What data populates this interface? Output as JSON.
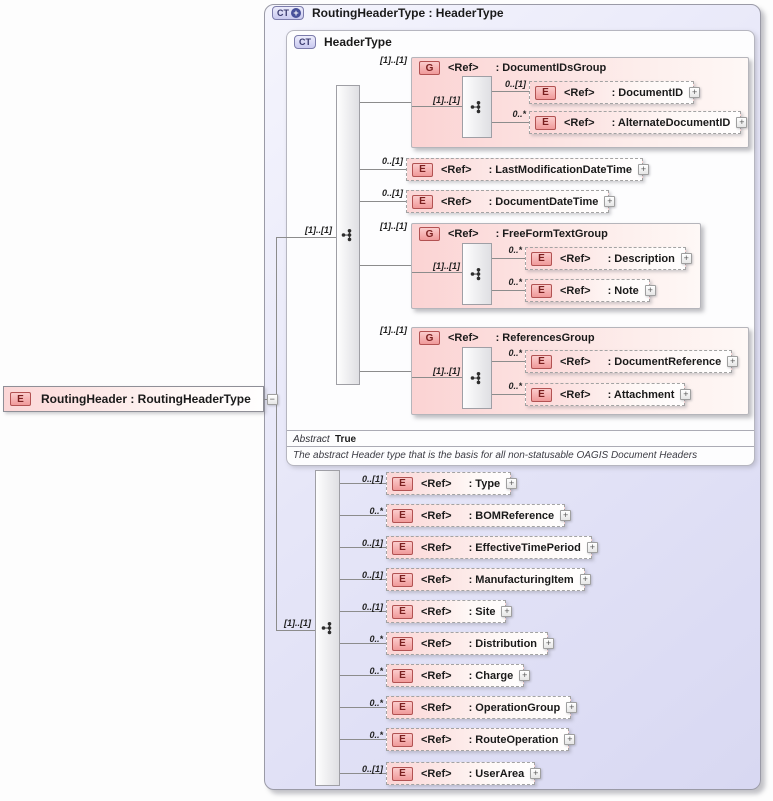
{
  "icons": {
    "plus": "+",
    "minus": "−",
    "ct_plus": "+"
  },
  "root_element": {
    "badge": "E",
    "label": "RoutingHeader : RoutingHeaderType"
  },
  "complex_type": {
    "badge": "CT",
    "title": "RoutingHeaderType : HeaderType",
    "base": {
      "badge": "CT",
      "title": "HeaderType",
      "seq_card": "[1]..[1]",
      "children": [
        {
          "kind": "group",
          "card": "[1]..[1]",
          "badge": "G",
          "ref": "<Ref>",
          "name": ": DocumentIDsGroup",
          "seq_card": "[1]..[1]",
          "children": [
            {
              "card": "0..[1]",
              "badge": "E",
              "ref": "<Ref>",
              "name": ": DocumentID"
            },
            {
              "card": "0..*",
              "badge": "E",
              "ref": "<Ref>",
              "name": ": AlternateDocumentID"
            }
          ]
        },
        {
          "kind": "element",
          "card": "0..[1]",
          "badge": "E",
          "ref": "<Ref>",
          "name": ": LastModificationDateTime"
        },
        {
          "kind": "element",
          "card": "0..[1]",
          "badge": "E",
          "ref": "<Ref>",
          "name": ": DocumentDateTime"
        },
        {
          "kind": "group",
          "card": "[1]..[1]",
          "badge": "G",
          "ref": "<Ref>",
          "name": ": FreeFormTextGroup",
          "seq_card": "[1]..[1]",
          "children": [
            {
              "card": "0..*",
              "badge": "E",
              "ref": "<Ref>",
              "name": ": Description"
            },
            {
              "card": "0..*",
              "badge": "E",
              "ref": "<Ref>",
              "name": ": Note"
            }
          ]
        },
        {
          "kind": "group",
          "card": "[1]..[1]",
          "badge": "G",
          "ref": "<Ref>",
          "name": ": ReferencesGroup",
          "seq_card": "[1]..[1]",
          "children": [
            {
              "card": "0..*",
              "badge": "E",
              "ref": "<Ref>",
              "name": ": DocumentReference"
            },
            {
              "card": "0..*",
              "badge": "E",
              "ref": "<Ref>",
              "name": ": Attachment"
            }
          ]
        }
      ],
      "abstract_label": "Abstract",
      "abstract_value": "True",
      "description": "The abstract Header type that is the basis for all non-statusable OAGIS Document Headers"
    },
    "extension": {
      "seq_card": "[1]..[1]",
      "children": [
        {
          "card": "0..[1]",
          "badge": "E",
          "ref": "<Ref>",
          "name": ": Type"
        },
        {
          "card": "0..*",
          "badge": "E",
          "ref": "<Ref>",
          "name": ": BOMReference"
        },
        {
          "card": "0..[1]",
          "badge": "E",
          "ref": "<Ref>",
          "name": ": EffectiveTimePeriod"
        },
        {
          "card": "0..[1]",
          "badge": "E",
          "ref": "<Ref>",
          "name": ": ManufacturingItem"
        },
        {
          "card": "0..[1]",
          "badge": "E",
          "ref": "<Ref>",
          "name": ": Site"
        },
        {
          "card": "0..*",
          "badge": "E",
          "ref": "<Ref>",
          "name": ": Distribution"
        },
        {
          "card": "0..*",
          "badge": "E",
          "ref": "<Ref>",
          "name": ": Charge"
        },
        {
          "card": "0..*",
          "badge": "E",
          "ref": "<Ref>",
          "name": ": OperationGroup"
        },
        {
          "card": "0..*",
          "badge": "E",
          "ref": "<Ref>",
          "name": ": RouteOperation"
        },
        {
          "card": "0..[1]",
          "badge": "E",
          "ref": "<Ref>",
          "name": ": UserArea"
        }
      ]
    }
  }
}
